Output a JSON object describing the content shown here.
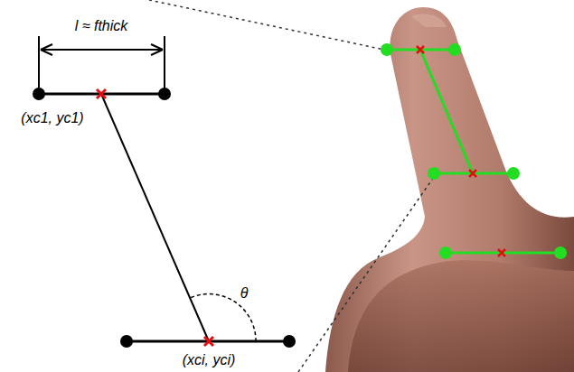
{
  "diagram": {
    "labels": [
      "l ≈ fthick",
      "(xc1, yc1)",
      "θ",
      "(xci, yci)"
    ]
  }
}
